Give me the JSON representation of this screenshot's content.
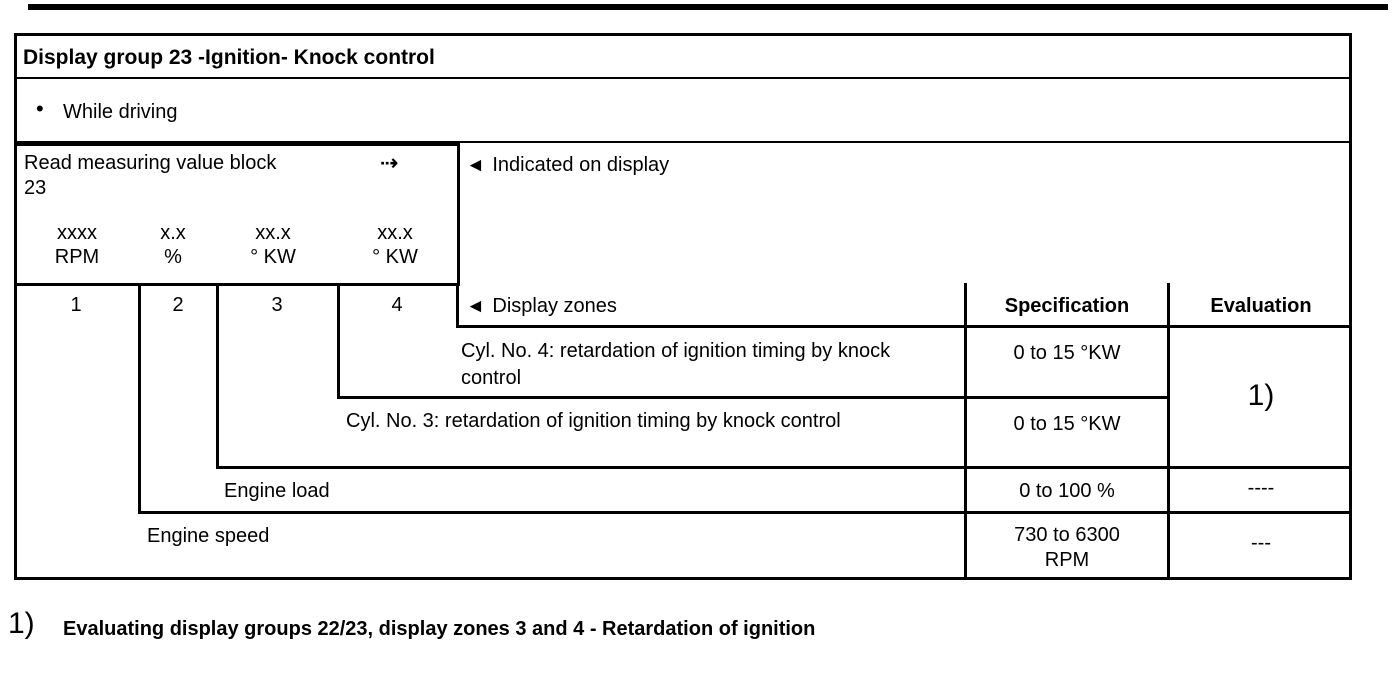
{
  "title": "Display group 23 -Ignition- Knock control",
  "conditions": {
    "bullet": "•",
    "text": "While driving"
  },
  "measure_block": {
    "line1": "Read measuring value block",
    "line2": "23",
    "arrow": "⇢",
    "columns": [
      {
        "value": "xxxx",
        "unit": "RPM"
      },
      {
        "value": "x.x",
        "unit": "%"
      },
      {
        "value": "xx.x",
        "unit": "° KW"
      },
      {
        "value": "xx.x",
        "unit": "° KW"
      }
    ]
  },
  "indicated": {
    "arrow": "◄",
    "text": "Indicated on display"
  },
  "zones_label": {
    "arrow": "◄",
    "text": "Display zones"
  },
  "zone_numbers": [
    "1",
    "2",
    "3",
    "4"
  ],
  "column_headers": {
    "specification": "Specification",
    "evaluation": "Evaluation"
  },
  "rows": [
    {
      "zone": "4",
      "label": "Cyl. No. 4: retardation of ignition timing by knock control",
      "specification": "0 to 15 °KW",
      "evaluation": "1)"
    },
    {
      "zone": "3",
      "label": "Cyl. No. 3: retardation of ignition timing by knock control",
      "specification": "0 to 15 °KW",
      "evaluation": "1)"
    },
    {
      "zone": "2",
      "label": "Engine load",
      "specification": "0 to 100 %",
      "evaluation": "----"
    },
    {
      "zone": "1",
      "label": "Engine speed",
      "specification": "730 to 6300 RPM",
      "evaluation": "---"
    }
  ],
  "footnote": {
    "marker": "1)",
    "text": "Evaluating display groups 22/23, display zones 3 and 4 - Retardation of ignition"
  }
}
